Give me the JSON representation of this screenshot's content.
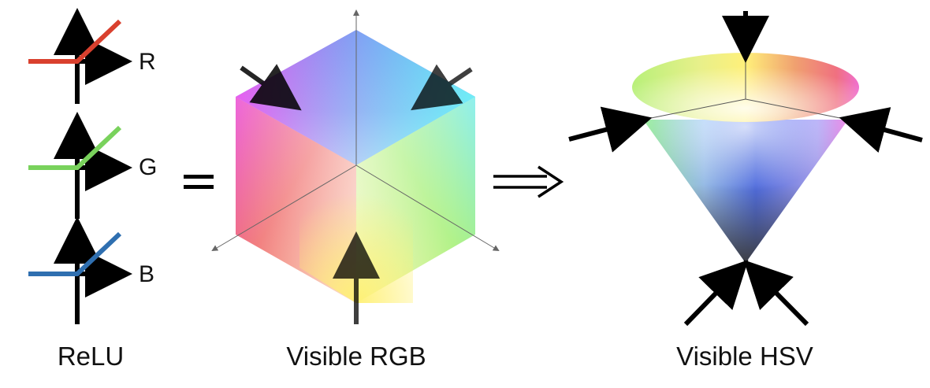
{
  "relu": {
    "caption": "ReLU",
    "channels": [
      {
        "label": "R",
        "color": "#d9402e"
      },
      {
        "label": "G",
        "color": "#79d25c"
      },
      {
        "label": "B",
        "color": "#2f6fb0"
      }
    ]
  },
  "operators": {
    "equals": "=",
    "implies": "⟹"
  },
  "rgb": {
    "caption": "Visible RGB",
    "face_colors": [
      "#5060f0",
      "#f07070",
      "#a8f07a"
    ]
  },
  "hsv": {
    "caption": "Visible HSV",
    "tip_color": "#555555"
  },
  "arrow_color": "#000000"
}
